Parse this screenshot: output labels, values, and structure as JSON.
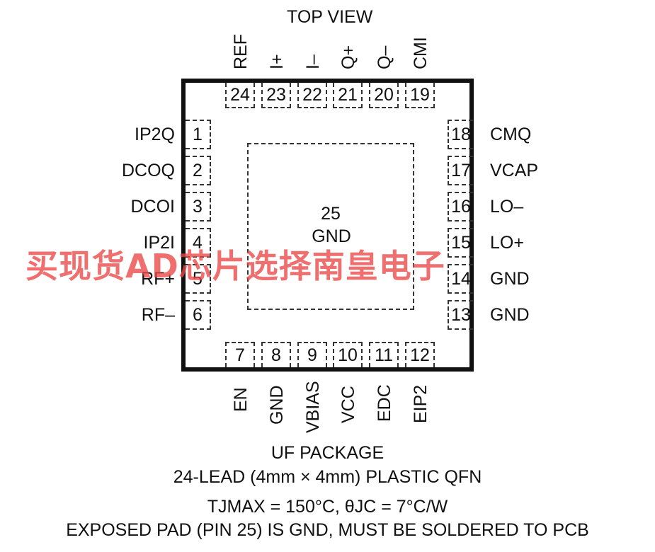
{
  "title": "TOP VIEW",
  "top_pins": [
    {
      "num": "24",
      "label": "REF"
    },
    {
      "num": "23",
      "label": "I+"
    },
    {
      "num": "22",
      "label": "I–"
    },
    {
      "num": "21",
      "label": "Q+"
    },
    {
      "num": "20",
      "label": "Q–"
    },
    {
      "num": "19",
      "label": "CMI"
    }
  ],
  "left_pins": [
    {
      "num": "1",
      "label": "IP2Q"
    },
    {
      "num": "2",
      "label": "DCOQ"
    },
    {
      "num": "3",
      "label": "DCOI"
    },
    {
      "num": "4",
      "label": "IP2I"
    },
    {
      "num": "5",
      "label": "RF+"
    },
    {
      "num": "6",
      "label": "RF–"
    }
  ],
  "right_pins": [
    {
      "num": "18",
      "label": "CMQ"
    },
    {
      "num": "17",
      "label": "VCAP"
    },
    {
      "num": "16",
      "label": "LO–"
    },
    {
      "num": "15",
      "label": "LO+"
    },
    {
      "num": "14",
      "label": "GND"
    },
    {
      "num": "13",
      "label": "GND"
    }
  ],
  "bottom_pins": [
    {
      "num": "7",
      "label": "EN"
    },
    {
      "num": "8",
      "label": "GND"
    },
    {
      "num": "9",
      "label": "VBIAS"
    },
    {
      "num": "10",
      "label": "VCC"
    },
    {
      "num": "11",
      "label": "EDC"
    },
    {
      "num": "12",
      "label": "EIP2"
    }
  ],
  "exposed_pad": {
    "num": "25",
    "label": "GND"
  },
  "package": {
    "line1": "UF PACKAGE",
    "line2": "24-LEAD (4mm × 4mm) PLASTIC QFN",
    "line3": "TJMAX = 150°C, θJC = 7°C/W",
    "line4": "EXPOSED PAD (PIN 25) IS GND, MUST BE SOLDERED TO PCB"
  },
  "watermark": "买现货AD芯片选择南皇电子"
}
